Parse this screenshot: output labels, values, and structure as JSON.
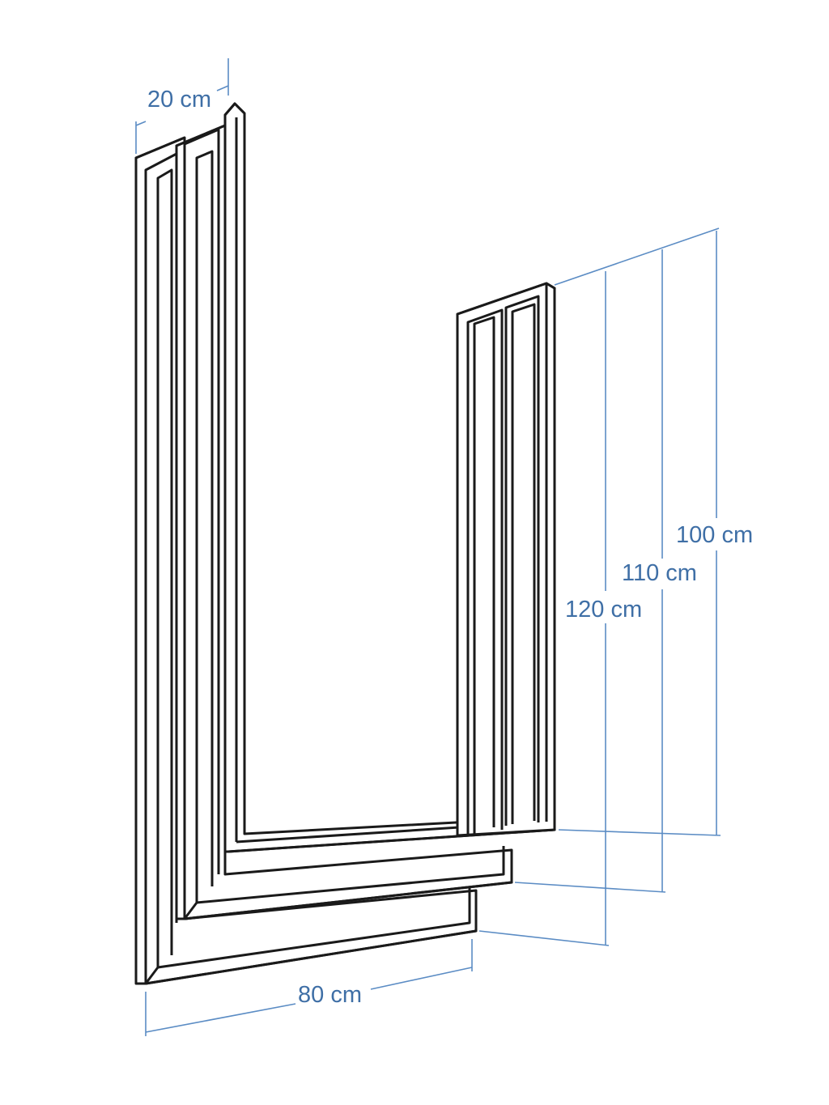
{
  "dimensions": {
    "depth": "20 cm",
    "width": "80 cm",
    "height_front": "100 cm",
    "height_middle": "110 cm",
    "height_back": "120 cm"
  },
  "colors": {
    "dimension": "#3f6fa6",
    "outline": "#1a1a1a"
  }
}
